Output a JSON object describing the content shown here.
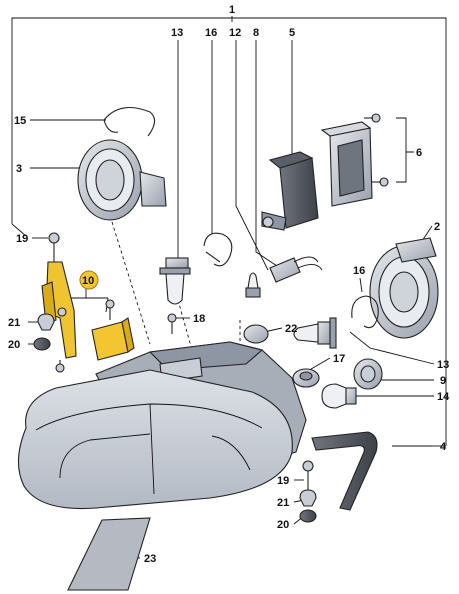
{
  "callouts": {
    "c1": "1",
    "c2": "2",
    "c3": "3",
    "c4": "4",
    "c5": "5",
    "c6": "6",
    "c8": "8",
    "c9": "9",
    "c10": "10",
    "c12": "12",
    "c13_top": "13",
    "c13_right": "13",
    "c14": "14",
    "c15": "15",
    "c16_top": "16",
    "c16_right": "16",
    "c17": "17",
    "c18": "18",
    "c19_left": "19",
    "c19_bottom": "19",
    "c20_left": "20",
    "c20_bottom": "20",
    "c21_left": "21",
    "c21_bottom": "21",
    "c22": "22",
    "c23": "23"
  },
  "colors": {
    "line": "#111111",
    "part_fill": "#c8cdd6",
    "part_dark": "#8f96a3",
    "highlight": "#f2c531"
  }
}
